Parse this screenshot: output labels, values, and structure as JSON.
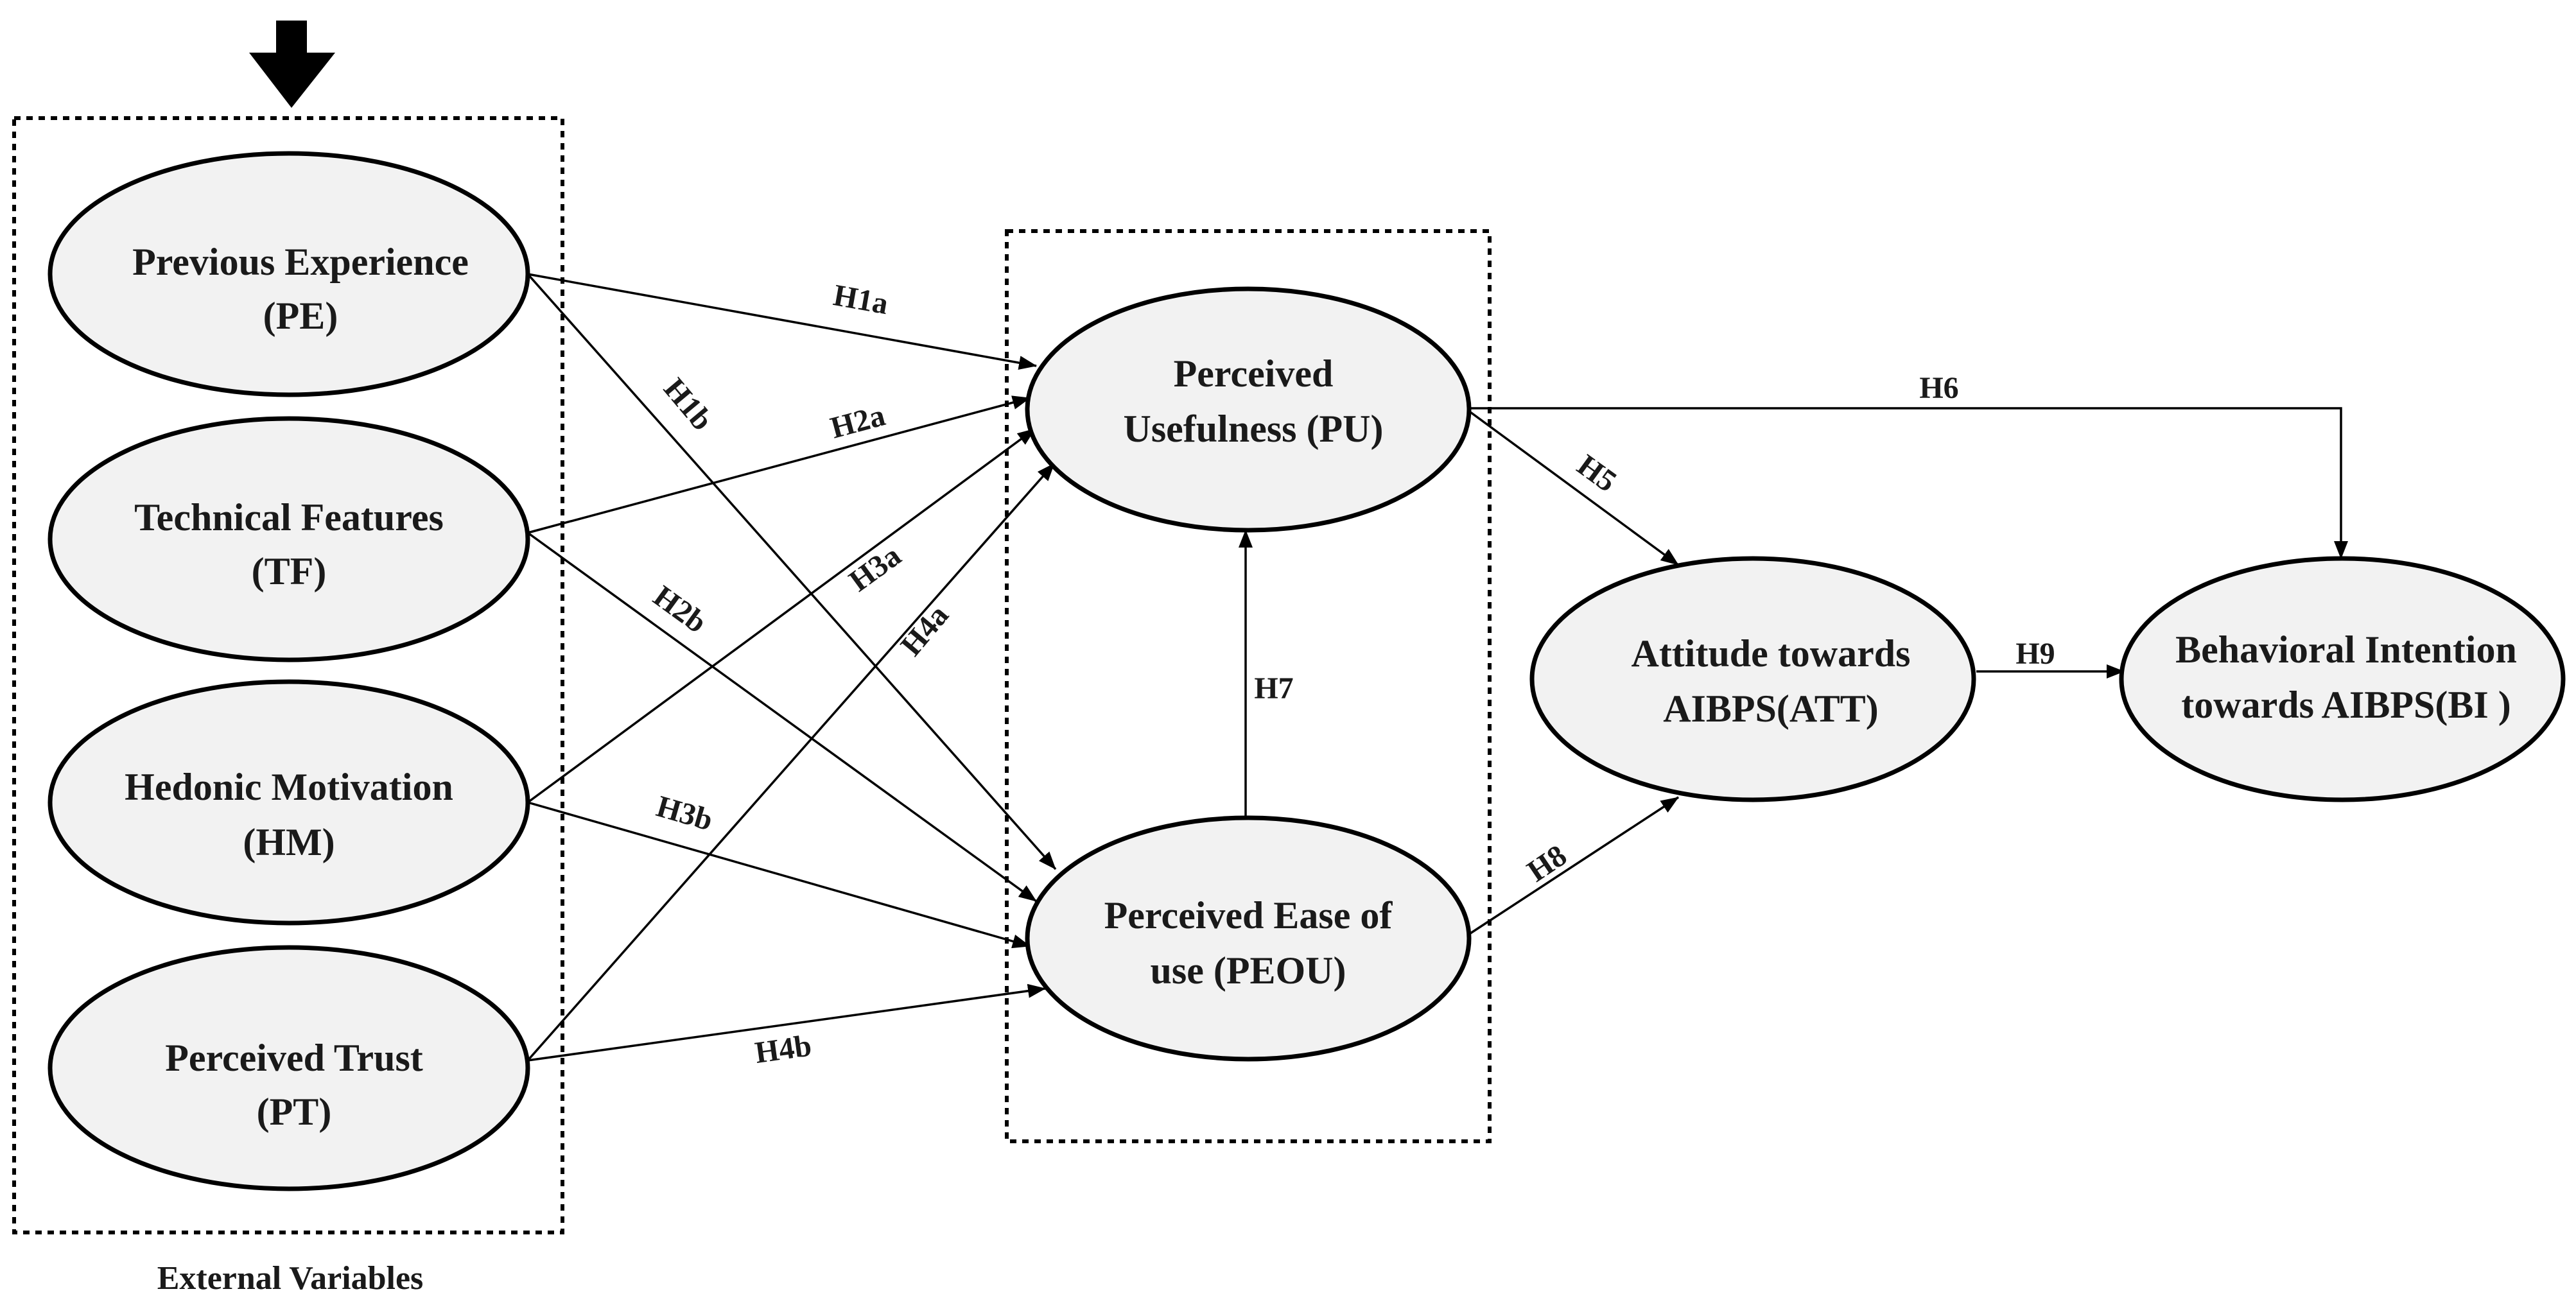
{
  "groups": {
    "external_variables": {
      "caption": "External Variables"
    },
    "tam_core": {
      "caption": ""
    }
  },
  "nodes": {
    "pe": {
      "line1": "Previous Experience",
      "line2": "(PE)"
    },
    "tf": {
      "line1": "Technical Features",
      "line2": "(TF)"
    },
    "hm": {
      "line1": "Hedonic Motivation",
      "line2": "(HM)"
    },
    "pt": {
      "line1": "Perceived Trust",
      "line2": "(PT)"
    },
    "pu": {
      "line1": "Perceived",
      "line2": "Usefulness (PU)"
    },
    "peou": {
      "line1": "Perceived Ease of",
      "line2": "use (PEOU)"
    },
    "att": {
      "line1": "Attitude towards",
      "line2": "AIBPS(ATT)"
    },
    "bi": {
      "line1": "Behavioral Intention",
      "line2": "towards AIBPS(BI )"
    }
  },
  "edges": [
    {
      "id": "H1a",
      "label": "H1a",
      "from": "pe",
      "to": "pu"
    },
    {
      "id": "H1b",
      "label": "H1b",
      "from": "pe",
      "to": "peou"
    },
    {
      "id": "H2a",
      "label": "H2a",
      "from": "tf",
      "to": "pu"
    },
    {
      "id": "H2b",
      "label": "H2b",
      "from": "tf",
      "to": "peou"
    },
    {
      "id": "H3a",
      "label": "H3a",
      "from": "hm",
      "to": "pu"
    },
    {
      "id": "H3b",
      "label": "H3b",
      "from": "hm",
      "to": "peou"
    },
    {
      "id": "H4a",
      "label": "H4a",
      "from": "pt",
      "to": "pu"
    },
    {
      "id": "H4b",
      "label": "H4b",
      "from": "pt",
      "to": "peou"
    },
    {
      "id": "H5",
      "label": "H5",
      "from": "pu",
      "to": "att"
    },
    {
      "id": "H6",
      "label": "H6",
      "from": "pu",
      "to": "bi"
    },
    {
      "id": "H7",
      "label": "H7",
      "from": "peou",
      "to": "pu"
    },
    {
      "id": "H8",
      "label": "H8",
      "from": "peou",
      "to": "att"
    },
    {
      "id": "H9",
      "label": "H9",
      "from": "att",
      "to": "bi"
    }
  ],
  "icons": {
    "input_arrow": "down-arrow-icon"
  },
  "colors": {
    "node_fill": "#f2f2f2",
    "stroke": "#000000",
    "text": "#1a1a1a"
  }
}
